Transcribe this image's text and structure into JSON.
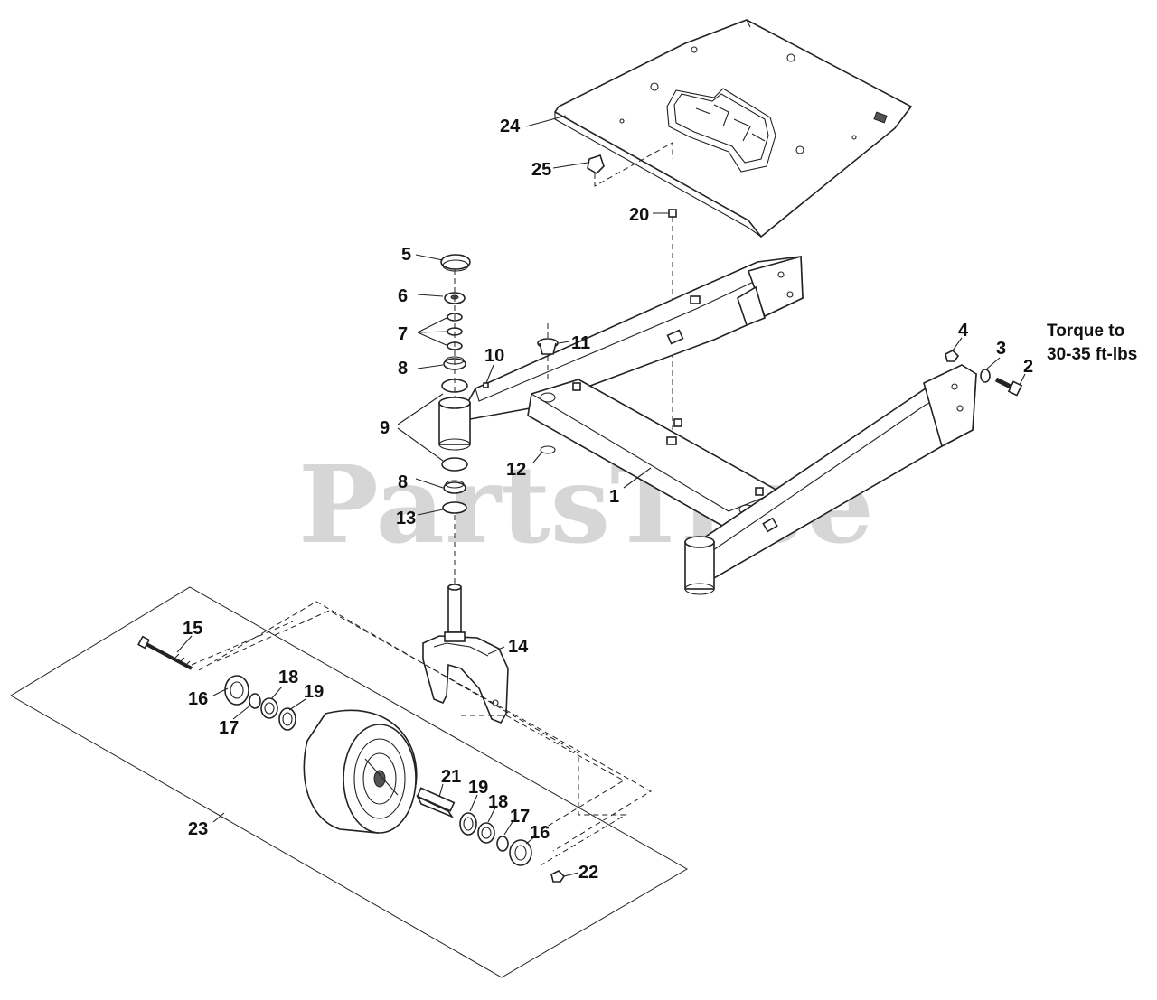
{
  "watermark": "PartsTree",
  "trademark": "™",
  "torque_note": {
    "line1": "Torque to",
    "line2": "30-35 ft-lbs"
  },
  "callouts": {
    "c1": "1",
    "c2": "2",
    "c3": "3",
    "c4": "4",
    "c5": "5",
    "c6": "6",
    "c7": "7",
    "c8a": "8",
    "c8b": "8",
    "c9": "9",
    "c10": "10",
    "c11": "11",
    "c12": "12",
    "c13": "13",
    "c14": "14",
    "c15": "15",
    "c16a": "16",
    "c16b": "16",
    "c17a": "17",
    "c17b": "17",
    "c18a": "18",
    "c18b": "18",
    "c19a": "19",
    "c19b": "19",
    "c20": "20",
    "c21": "21",
    "c22": "22",
    "c23": "23",
    "c24": "24",
    "c25": "25"
  }
}
